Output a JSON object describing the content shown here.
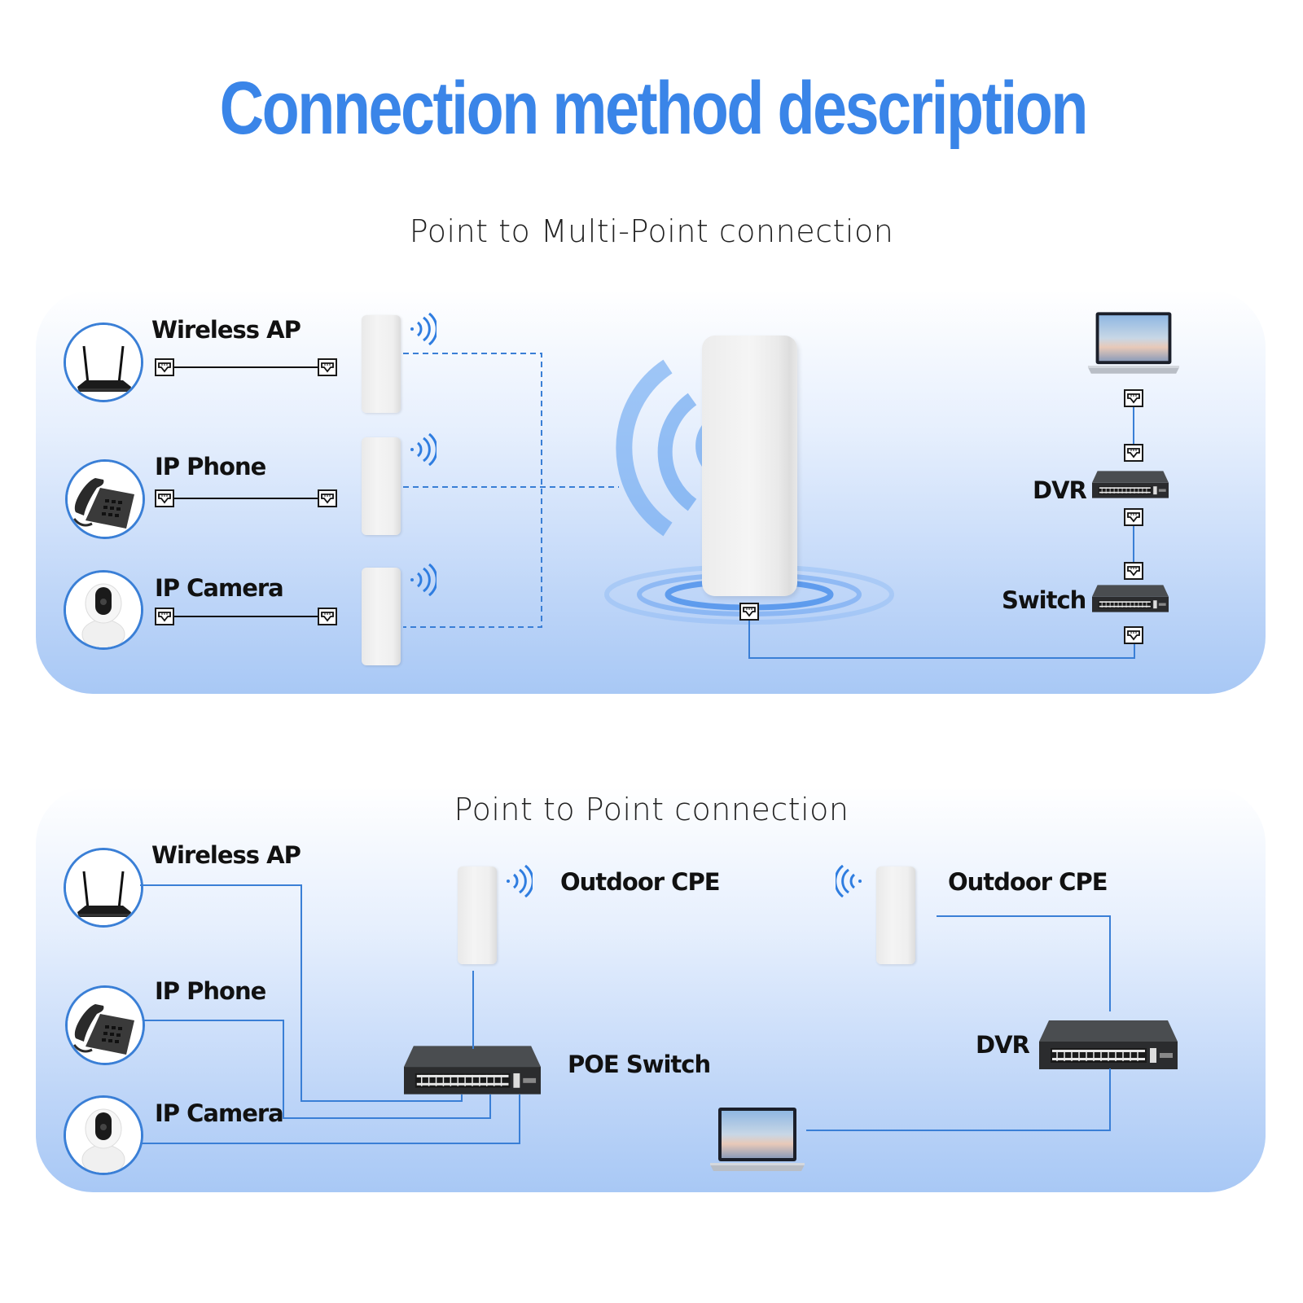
{
  "title": "Connection method description",
  "colors": {
    "accent": "#3a85e8",
    "line_blue": "#3a7fd6",
    "text": "#111111",
    "panel_top": "#ffffff",
    "panel_bottom": "#a8c8f5"
  },
  "point_to_multipoint": {
    "title": "Point to Multi-Point connection",
    "clients": [
      {
        "label": "Wireless AP",
        "icon": "router-icon"
      },
      {
        "label": "IP Phone",
        "icon": "desk-phone-icon"
      },
      {
        "label": "IP Camera",
        "icon": "ip-camera-icon"
      }
    ],
    "base_station": {
      "icon": "outdoor-cpe-icon"
    },
    "right_chain": [
      {
        "label": "",
        "icon": "laptop-icon"
      },
      {
        "label": "DVR",
        "icon": "network-switch-icon"
      },
      {
        "label": "Switch",
        "icon": "network-switch-icon"
      }
    ]
  },
  "point_to_point": {
    "title": "Point to Point connection",
    "clients": [
      {
        "label": "Wireless AP",
        "icon": "router-icon"
      },
      {
        "label": "IP Phone",
        "icon": "desk-phone-icon"
      },
      {
        "label": "IP Camera",
        "icon": "ip-camera-icon"
      }
    ],
    "left_cpe": {
      "label": "Outdoor CPE"
    },
    "right_cpe": {
      "label": "Outdoor CPE"
    },
    "poe_switch": {
      "label": "POE Switch"
    },
    "dvr": {
      "label": "DVR"
    },
    "laptop": {
      "icon": "laptop-icon"
    }
  }
}
